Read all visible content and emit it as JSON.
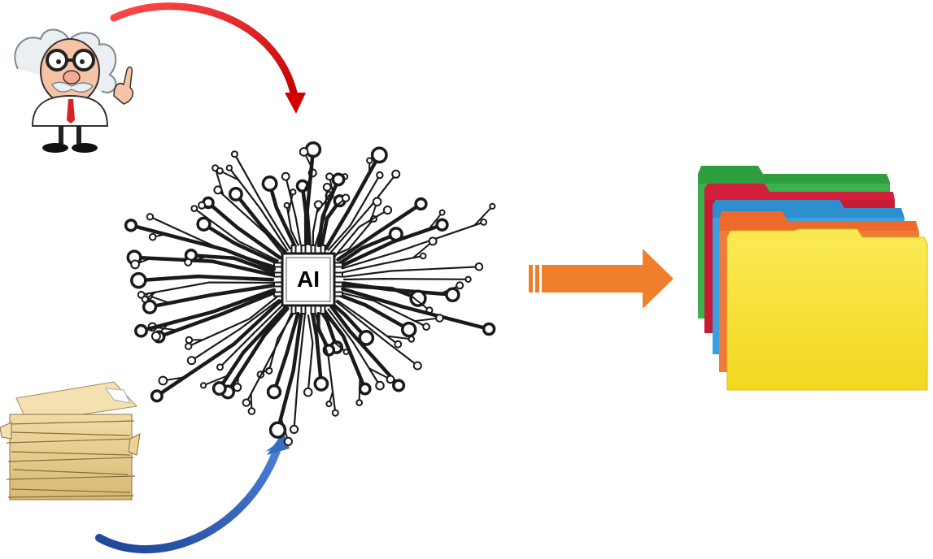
{
  "diagram": {
    "chip_label": "AI",
    "nodes": [
      {
        "id": "scientist",
        "icon": "scientist-icon"
      },
      {
        "id": "messy-papers",
        "icon": "paper-stack-icon"
      },
      {
        "id": "ai-brain",
        "icon": "circuit-brain-icon"
      },
      {
        "id": "organized-folders",
        "icon": "colored-folders-icon"
      }
    ],
    "edges": [
      {
        "from": "scientist",
        "to": "ai-brain",
        "color": "#e31b1b"
      },
      {
        "from": "messy-papers",
        "to": "ai-brain",
        "color": "#2f5fb8"
      },
      {
        "from": "ai-brain",
        "to": "organized-folders",
        "color": "#f07f2c"
      }
    ],
    "colors": {
      "circuit": "#1a1a1a",
      "folder_green": "#2e9e3e",
      "folder_red": "#d21f3c",
      "folder_blue": "#2f8fce",
      "folder_orange": "#ee6a2c",
      "folder_yellow": "#f6e03e",
      "paper": "#e8cf94"
    }
  }
}
